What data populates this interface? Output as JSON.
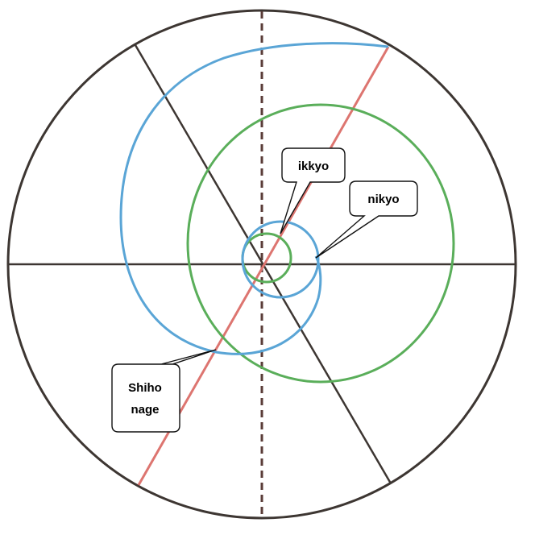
{
  "callouts": {
    "ikkyo": "ikkyo",
    "nikyo": "nikyo",
    "shiho_line1": "Shiho",
    "shiho_line2": "nage"
  },
  "colors": {
    "outline": "#3d3632",
    "blue": "#5aa5d6",
    "green": "#5aae5a",
    "red": "#dd7570",
    "dashed": "#5a3c38"
  }
}
